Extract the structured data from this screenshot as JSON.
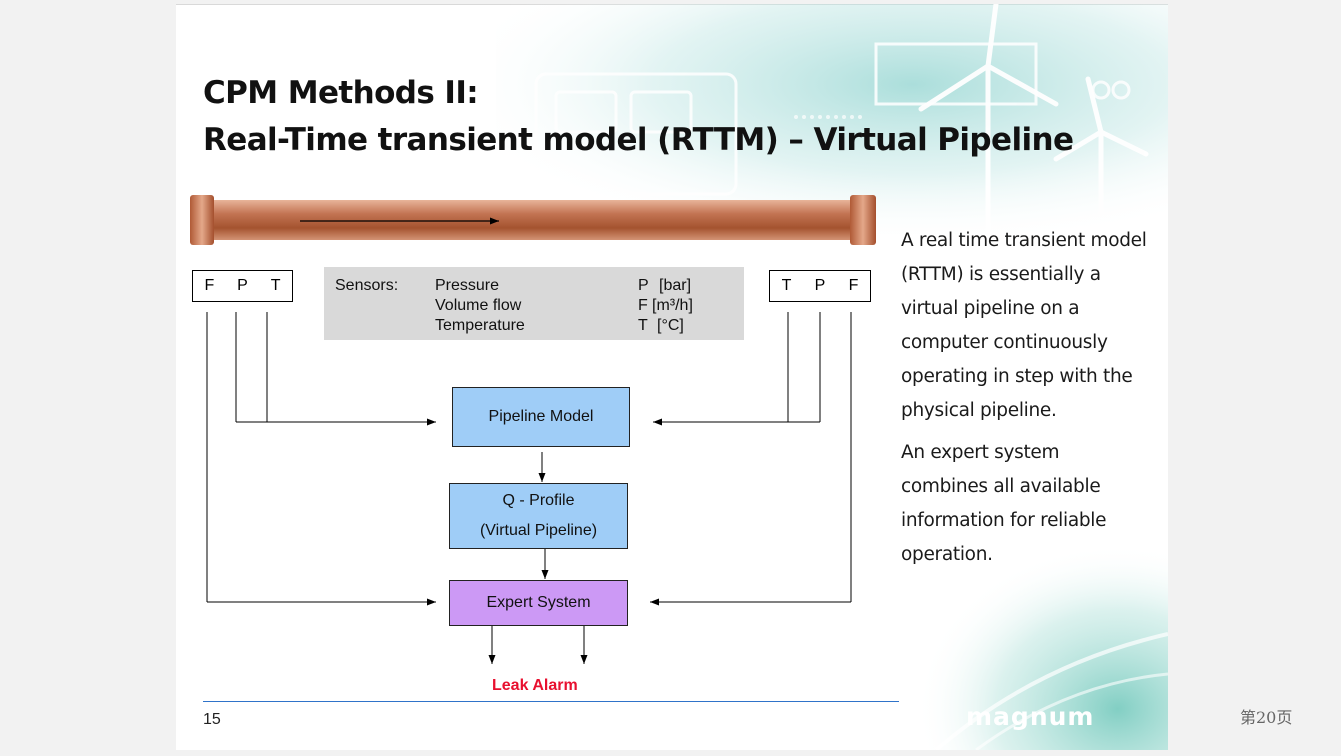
{
  "title": {
    "line1": "CPM Methods II:",
    "line2": "Real-Time transient model (RTTM) – Virtual Pipeline"
  },
  "sensor_boxes": {
    "left": [
      "F",
      "P",
      "T"
    ],
    "right": [
      "T",
      "P",
      "F"
    ]
  },
  "sensors_legend": {
    "heading": "Sensors:",
    "rows": [
      {
        "name": "Pressure",
        "symbol": "P",
        "unit": "[bar]"
      },
      {
        "name": "Volume flow",
        "symbol": "F",
        "unit": "[m³/h]"
      },
      {
        "name": "Temperature",
        "symbol": "T",
        "unit": "[°C]"
      }
    ]
  },
  "blocks": {
    "pipeline_model": "Pipeline Model",
    "q_profile_line1": "Q - Profile",
    "q_profile_line2": "(Virtual Pipeline)",
    "expert_system": "Expert System"
  },
  "alarm": "Leak Alarm",
  "body_text": {
    "p1": "A real time transient model (RTTM) is essentially a virtual pipeline on a computer continuously operating in step with the physical pipeline.",
    "p2": "An expert system combines all available information for reliable operation."
  },
  "slide_number": "15",
  "logo": "magnum",
  "viewer_page_label": "第20页",
  "colors": {
    "pipe": "#b5603f",
    "block_blue": "#9fcdf7",
    "block_purple": "#cc99f5",
    "alarm_red": "#e8102f",
    "footer_line": "#2f73c9",
    "legend_bg": "#d9d9d9"
  }
}
